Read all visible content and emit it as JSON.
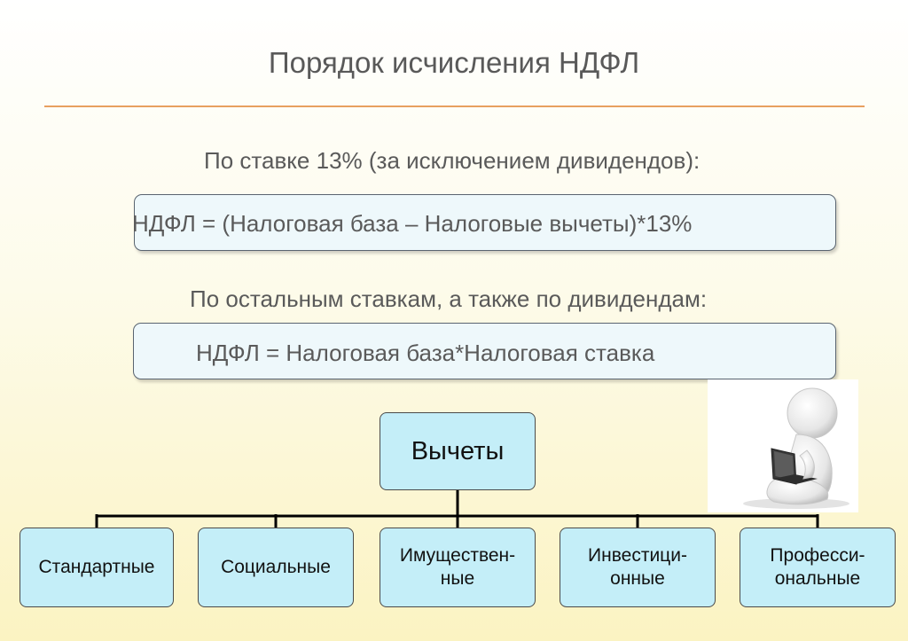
{
  "slide": {
    "title": "Порядок исчисления НДФЛ",
    "rate13_caption": "По ставке 13% (за исключением дивидендов):",
    "formula_13": "НДФЛ = (Налоговая база – Налоговые вычеты)*13%",
    "other_caption": "По остальным ставкам, а также по дивидендам:",
    "formula_other": "НДФЛ = Налоговая база*Налоговая ставка"
  },
  "tree": {
    "root": "Вычеты",
    "children": [
      {
        "line1": "Стандартные",
        "line2": ""
      },
      {
        "line1": "Социальные",
        "line2": ""
      },
      {
        "line1": "Имуществен-",
        "line2": "ные"
      },
      {
        "line1": "Инвестици-",
        "line2": "онные"
      },
      {
        "line1": "Професси-",
        "line2": "ональные"
      }
    ]
  },
  "colors": {
    "accent_rule": "#e8a060",
    "node_fill": "#c4eef8",
    "formula_fill": "#eef8fb"
  },
  "illustration": {
    "icon": "person-with-laptop-icon"
  }
}
